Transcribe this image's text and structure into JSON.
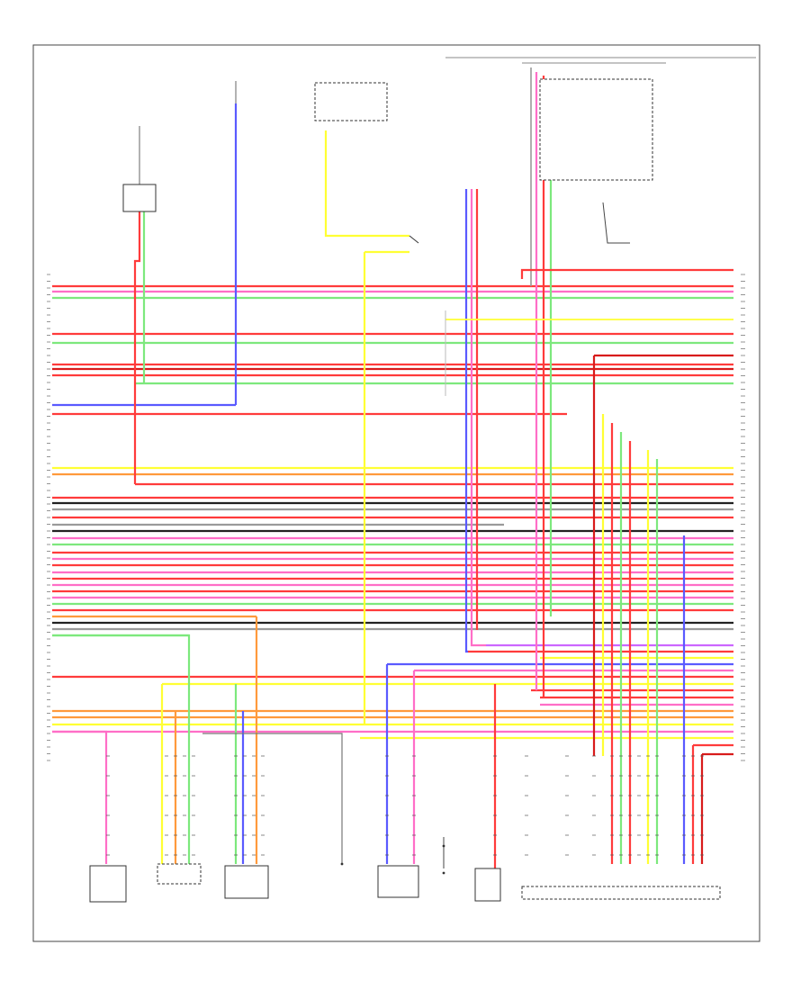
{
  "diagram": {
    "type": "wiring-schematic",
    "footer_text": "",
    "legend_lines": [],
    "wire_colors": {
      "red": "#ff3b3b",
      "pink": "#ff6ec7",
      "green": "#7de87d",
      "blue": "#5a5aff",
      "yellow": "#ffff33",
      "orange": "#ff9a3c",
      "gray": "#9a9a9a",
      "black": "#222222",
      "violet": "#cc66ff",
      "dark_red": "#d81b1b"
    },
    "components": [
      {
        "id": "top-switch-1",
        "label": ""
      },
      {
        "id": "top-switch-2",
        "label": ""
      },
      {
        "id": "top-relay",
        "label": ""
      },
      {
        "id": "top-right-connector",
        "label": ""
      },
      {
        "id": "bottom-control-1",
        "label": ""
      },
      {
        "id": "bottom-blower-1",
        "label": ""
      },
      {
        "id": "bottom-blower-2",
        "label": ""
      },
      {
        "id": "bottom-ground",
        "label": ""
      },
      {
        "id": "bottom-sensor",
        "label": ""
      },
      {
        "id": "bottom-indicator",
        "label": ""
      },
      {
        "id": "bottom-module",
        "label": ""
      },
      {
        "id": "bottom-main-connector",
        "label": ""
      }
    ]
  }
}
